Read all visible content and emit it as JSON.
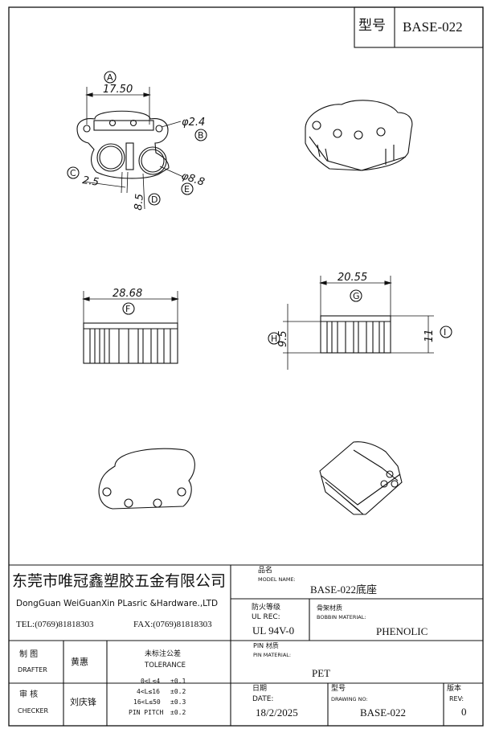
{
  "header": {
    "model_label": "型号",
    "model_value": "BASE-022"
  },
  "dimensions": {
    "top_view": {
      "width": "17.50",
      "hole": "φ2.4",
      "offset": "2.5",
      "pitch": "8.5",
      "bore": "φ8.8"
    },
    "front_view": {
      "width": "28.68"
    },
    "side_view": {
      "width": "20.55",
      "height_inner": "9.5",
      "height_total": "11"
    },
    "markers": [
      "A",
      "B",
      "C",
      "D",
      "E",
      "F",
      "G",
      "H",
      "I"
    ]
  },
  "title_block": {
    "company_cn": "东莞市唯冠鑫塑胶五金有限公司",
    "company_en": "DongGuan WeiGuanXin PLasric &Hardware.,LTD",
    "tel": "TEL:(0769)81818303",
    "fax": "FAX:(0769)81818303",
    "model_name_cn": "品名",
    "model_name_en": "MODEL NAME:",
    "model_name_value": "BASE-022底座",
    "ul_cn": "防火等级",
    "ul_en": "UL REC:",
    "ul_value": "UL 94V-0",
    "bobbin_cn": "骨架材质",
    "bobbin_en": "BOBBIN MATERIAL:",
    "bobbin_value": "PHENOLIC",
    "pin_cn": "PIN 材质",
    "pin_en": "PIN MATERIAL:",
    "pin_value": "PET",
    "drafter_cn": "制  图",
    "drafter_en": "DRAFTER",
    "drafter_name": "黄惠",
    "checker_cn": "审  核",
    "checker_en": "CHECKER",
    "checker_name": "刘庆锋",
    "tolerance_cn": "未标注公差",
    "tolerance_en": "TOLERANCE",
    "tolerance_rows": [
      {
        "range": "0<L≤4",
        "value": "±0.1"
      },
      {
        "range": "4<L≤16",
        "value": "±0.2"
      },
      {
        "range": "16<L≤50",
        "value": "±0.3"
      },
      {
        "range": "PIN PITCH",
        "value": "±0.2"
      }
    ],
    "date_cn": "日期",
    "date_en": "DATE:",
    "date_value": "18/2/2025",
    "drawing_cn": "型号",
    "drawing_en": "DRAWING NO:",
    "drawing_value": "BASE-022",
    "rev_cn": "版本",
    "rev_en": "REV:",
    "rev_value": "0"
  }
}
